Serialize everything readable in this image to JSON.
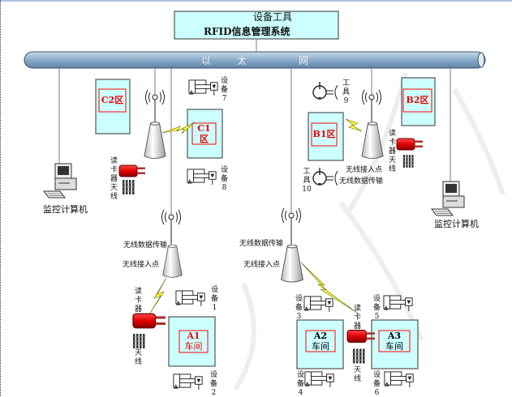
{
  "colors": {
    "panel": "#ccffff",
    "zone_red": "#ff0000",
    "pipe": "#8fb0cc",
    "reader": "#e00000",
    "lightning": "#ffff33"
  },
  "title": {
    "line1": "设备工具",
    "line2": "RFID信息管理系统"
  },
  "ethernet": {
    "chars": [
      "以",
      "太",
      "网"
    ]
  },
  "zones": {
    "c2": "C2区",
    "c1_a": "C1",
    "c1_b": "区",
    "b1": "B1区",
    "b2": "B2区",
    "a1_a": "A1",
    "a1_b": "车间",
    "a2_a": "A2",
    "a2_b": "车间",
    "a3_a": "A3",
    "a3_b": "车间"
  },
  "devices": {
    "d1": "设备1",
    "d2": "设备2",
    "d3": "设备3",
    "d4": "设备4",
    "d5": "设备5",
    "d6": "设备6",
    "d7": "设备7",
    "d8": "设备8"
  },
  "tools": {
    "t9": "工具9",
    "t10": "工具10"
  },
  "labels": {
    "reader_antenna": "读卡器天线",
    "reader": "读卡器",
    "antenna": "天线",
    "monitor_pc": "监控计算机",
    "wireless_ap": "无线接入点",
    "wireless_data": "无线数据传输"
  }
}
